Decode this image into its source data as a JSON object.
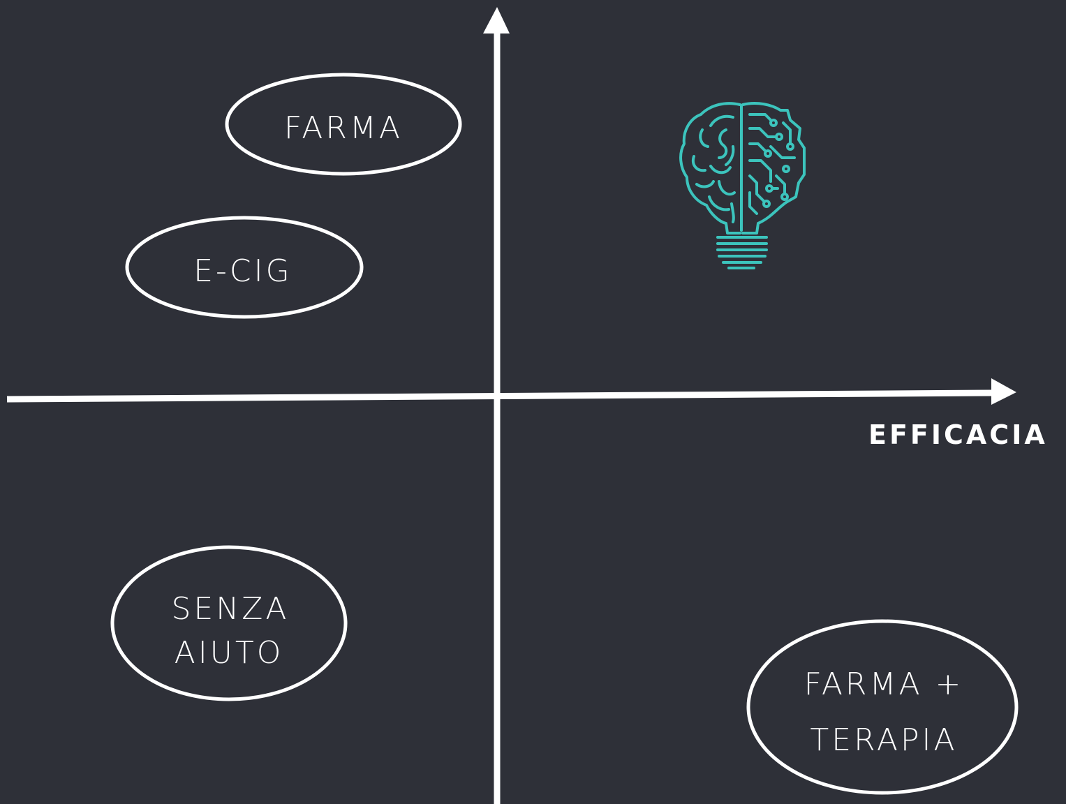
{
  "colors": {
    "background": "#2e3038",
    "foreground": "#ffffff",
    "accent": "#3cc4bd"
  },
  "axis": {
    "x_label": "EFFICACIA"
  },
  "items": [
    {
      "id": "farma",
      "lines": [
        "FARMA"
      ]
    },
    {
      "id": "ecig",
      "lines": [
        "E-CIG"
      ]
    },
    {
      "id": "senza-aiuto",
      "lines": [
        "SENZA",
        "AIUTO"
      ]
    },
    {
      "id": "farma-terapia",
      "lines": [
        "FARMA +",
        "TERAPIA"
      ]
    }
  ],
  "icon": {
    "name": "brain-lightbulb-icon"
  }
}
